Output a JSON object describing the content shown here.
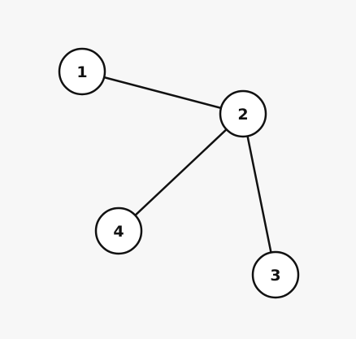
{
  "graph": {
    "nodes": [
      {
        "id": "1",
        "label": "1"
      },
      {
        "id": "2",
        "label": "2"
      },
      {
        "id": "3",
        "label": "3"
      },
      {
        "id": "4",
        "label": "4"
      }
    ],
    "edges": [
      {
        "from": "1",
        "to": "2"
      },
      {
        "from": "2",
        "to": "4"
      },
      {
        "from": "2",
        "to": "3"
      }
    ],
    "colors": {
      "background": "#f7f7f7",
      "node_fill": "#ffffff",
      "stroke": "#111111"
    }
  }
}
